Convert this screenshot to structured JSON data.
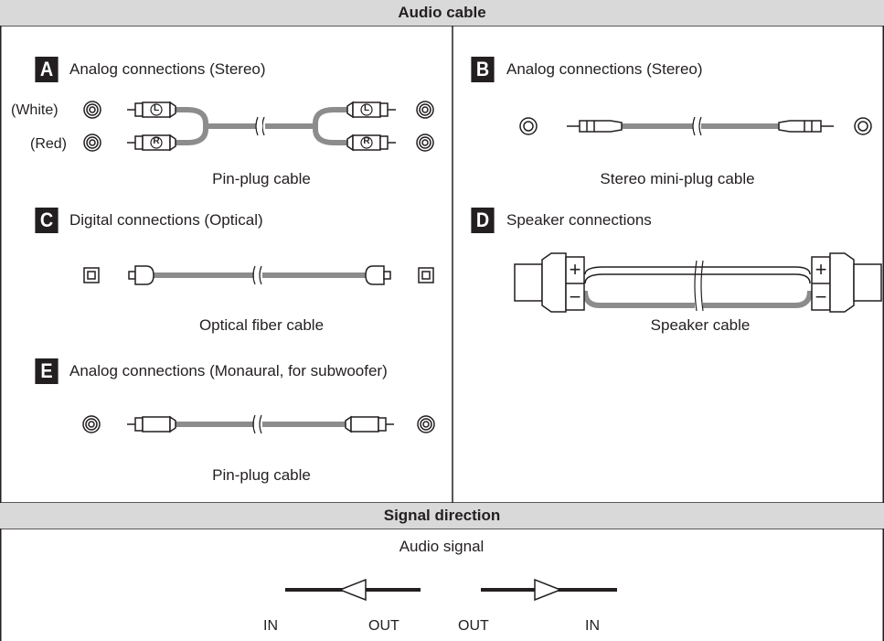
{
  "audio_cable": {
    "header": "Audio cable",
    "sections": {
      "A": {
        "letter": "A",
        "title": "Analog connections (Stereo)",
        "caption": "Pin-plug cable",
        "label_white": "(White)",
        "label_red": "(Red)",
        "plug_l": "L",
        "plug_r": "R"
      },
      "B": {
        "letter": "B",
        "title": "Analog connections (Stereo)",
        "caption": "Stereo mini-plug cable"
      },
      "C": {
        "letter": "C",
        "title": "Digital connections (Optical)",
        "caption": "Optical fiber cable"
      },
      "D": {
        "letter": "D",
        "title": "Speaker connections",
        "caption": "Speaker cable",
        "plus": "+",
        "minus": "−"
      },
      "E": {
        "letter": "E",
        "title": "Analog connections (Monaural, for subwoofer)",
        "caption": "Pin-plug cable"
      }
    }
  },
  "signal_direction": {
    "header": "Signal direction",
    "subtitle": "Audio signal",
    "left_arrow": {
      "in_label": "IN",
      "out_label": "OUT"
    },
    "right_arrow": {
      "out_label": "OUT",
      "in_label": "IN"
    }
  },
  "colors": {
    "line": "#231f20",
    "header_bg": "#d9d9d9",
    "cable": "#8c8c8c"
  }
}
